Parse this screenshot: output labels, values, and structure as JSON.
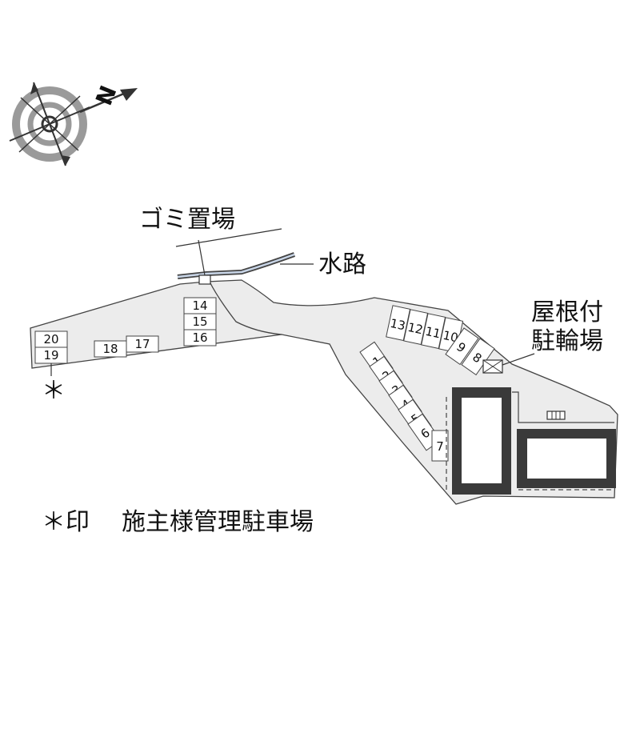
{
  "colors": {
    "ground": "#ececec",
    "outline": "#444444",
    "building_wall": "#3a3a3a",
    "building_fill": "#ffffff",
    "text": "#111111",
    "compass_ring": "#9a9a9a"
  },
  "compass": {
    "icon": "north-arrow-icon",
    "letter": "N"
  },
  "labels": {
    "garbage": "ゴミ置場",
    "waterway": "水路",
    "bicycle_line1": "屋根付",
    "bicycle_line2": "駐輪場",
    "asterisk_mark": "＊",
    "note_mark": "＊印",
    "note_text": "施主様管理駐車場"
  },
  "parking": {
    "slots": [
      "1",
      "2",
      "3",
      "4",
      "5",
      "6",
      "7",
      "8",
      "9",
      "10",
      "11",
      "12",
      "13",
      "14",
      "15",
      "16",
      "17",
      "18",
      "19",
      "20"
    ]
  }
}
